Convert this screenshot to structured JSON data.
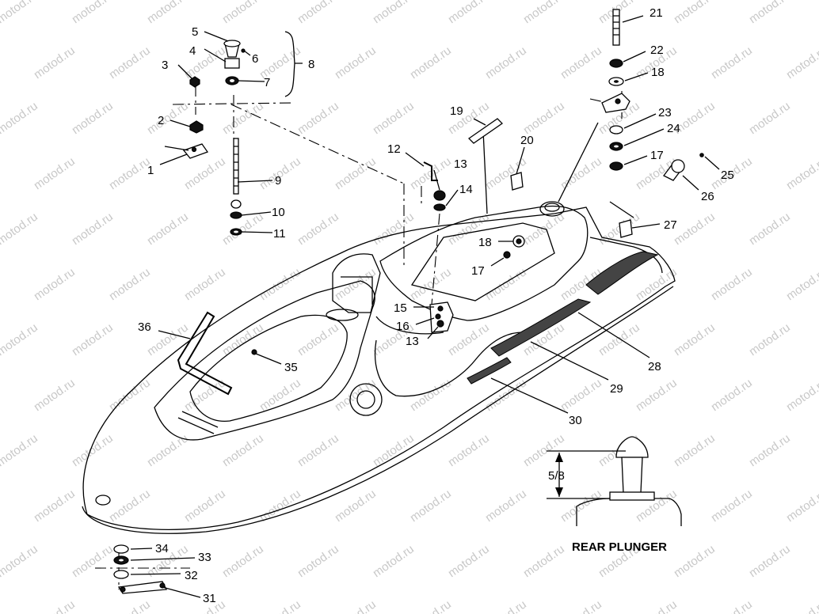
{
  "watermark": "motod.ru",
  "caption": "REAR PLUNGER",
  "dimension": "5/8",
  "callouts": [
    "1",
    "2",
    "3",
    "4",
    "5",
    "6",
    "7",
    "8",
    "9",
    "10",
    "11",
    "12",
    "13",
    "13",
    "13",
    "14",
    "15",
    "16",
    "17",
    "17",
    "18",
    "18",
    "19",
    "20",
    "21",
    "22",
    "23",
    "24",
    "25",
    "26",
    "27",
    "28",
    "29",
    "30",
    "31",
    "32",
    "33",
    "34",
    "35",
    "36"
  ]
}
